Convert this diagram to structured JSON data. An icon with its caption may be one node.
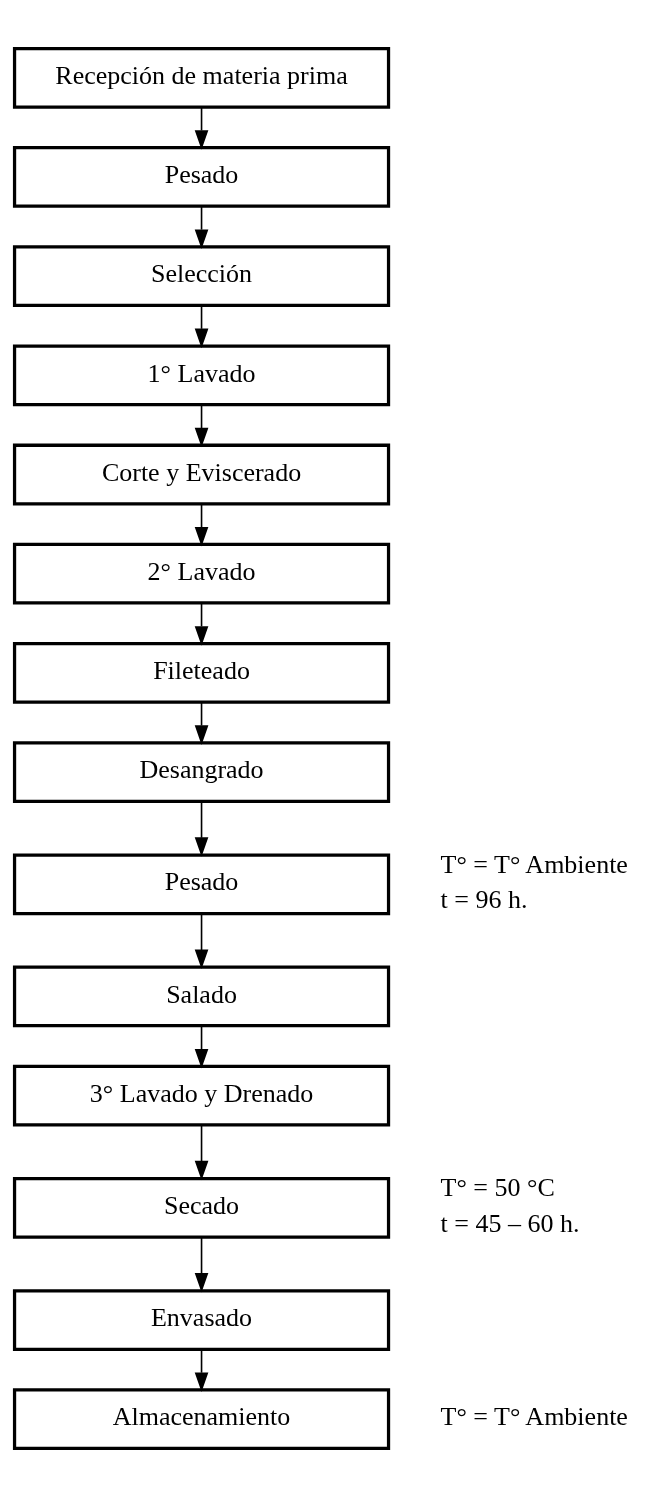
{
  "diagram": {
    "nodes": [
      {
        "text": [
          "Recepción de materia prima"
        ]
      },
      {
        "text": [
          "Pesado"
        ]
      },
      {
        "text": [
          "Selección"
        ]
      },
      {
        "text": [
          "1° Lavado"
        ]
      },
      {
        "text": [
          "Corte y Eviscerado"
        ]
      },
      {
        "text": [
          "2° Lavado"
        ]
      },
      {
        "text": [
          "Fileteado"
        ]
      },
      {
        "text": [
          "Desangrado"
        ]
      },
      {
        "text": [
          "Pesado"
        ],
        "beside": [
          "T° = T° Ambiente",
          "t = 96 h."
        ]
      },
      {
        "text": [
          "Salado"
        ]
      },
      {
        "text": [
          "3° Lavado y Drenado"
        ]
      },
      {
        "text": [
          "Secado"
        ],
        "beside": [
          "T° = 50 °C",
          "t = 45 – 60 h."
        ]
      },
      {
        "text": [
          "Envasado"
        ]
      },
      {
        "text": [
          "Almacenamiento"
        ],
        "beside": [
          "T° = T° Ambiente"
        ]
      }
    ],
    "edges": [
      {
        "from": 0,
        "to": 1,
        "arrow": "to"
      },
      {
        "from": 1,
        "to": 2,
        "arrow": "to"
      },
      {
        "from": 2,
        "to": 3,
        "arrow": "to"
      },
      {
        "from": 3,
        "to": 4,
        "arrow": "to"
      },
      {
        "from": 4,
        "to": 5,
        "arrow": "to"
      },
      {
        "from": 5,
        "to": 6,
        "arrow": "to"
      },
      {
        "from": 6,
        "to": 7,
        "arrow": "to"
      },
      {
        "from": 7,
        "to": 8,
        "arrow": "to"
      },
      {
        "from": 8,
        "to": 9,
        "arrow": "to"
      },
      {
        "from": 9,
        "to": 10,
        "arrow": "to"
      },
      {
        "from": 10,
        "to": 11,
        "arrow": "to"
      },
      {
        "from": 11,
        "to": 12,
        "arrow": "to"
      },
      {
        "from": 12,
        "to": 13,
        "arrow": "to"
      }
    ]
  }
}
